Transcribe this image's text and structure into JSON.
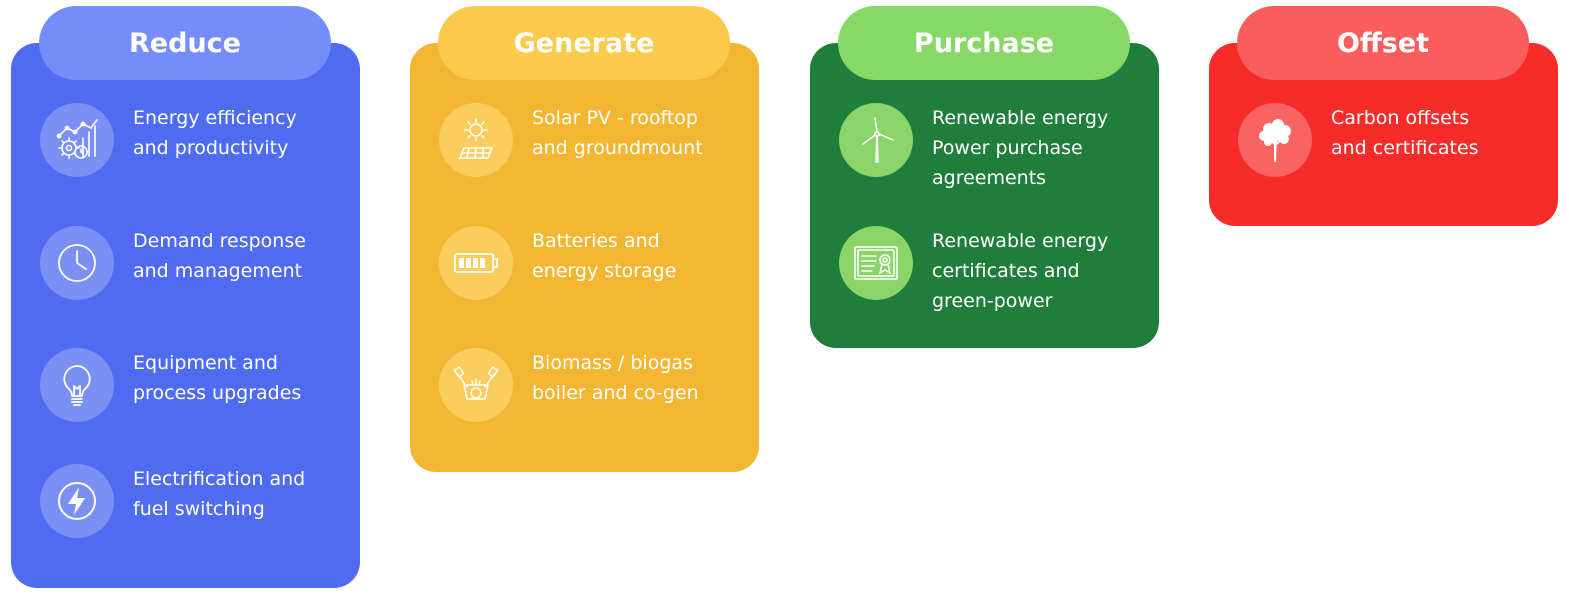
{
  "columns": [
    {
      "title": "Reduce",
      "color": "#4f6bf2",
      "items": [
        {
          "icon": "efficiency-chart-gears-icon",
          "lines": [
            "Energy efficiency",
            "and productivity"
          ]
        },
        {
          "icon": "clock-icon",
          "lines": [
            "Demand response",
            "and management"
          ]
        },
        {
          "icon": "lightbulb-icon",
          "lines": [
            "Equipment and",
            "process upgrades"
          ]
        },
        {
          "icon": "lightning-bolt-icon",
          "lines": [
            "Electrification and",
            "fuel switching"
          ]
        }
      ]
    },
    {
      "title": "Generate",
      "color": "#f2b632",
      "items": [
        {
          "icon": "solar-panel-icon",
          "lines": [
            "Solar PV - rooftop",
            "and groundmount"
          ]
        },
        {
          "icon": "battery-icon",
          "lines": [
            "Batteries and",
            "energy storage"
          ]
        },
        {
          "icon": "engine-icon",
          "lines": [
            "Biomass / biogas",
            "boiler and co-gen"
          ]
        }
      ]
    },
    {
      "title": "Purchase",
      "color": "#207e3c",
      "items": [
        {
          "icon": "wind-turbine-icon",
          "lines": [
            "Renewable energy",
            "Power purchase",
            "agreements"
          ]
        },
        {
          "icon": "certificate-icon",
          "lines": [
            "Renewable energy",
            "certificates and",
            "green-power"
          ]
        }
      ]
    },
    {
      "title": "Offset",
      "color": "#f62b2a",
      "items": [
        {
          "icon": "tree-icon",
          "lines": [
            "Carbon offsets",
            "and certificates"
          ]
        }
      ]
    }
  ]
}
